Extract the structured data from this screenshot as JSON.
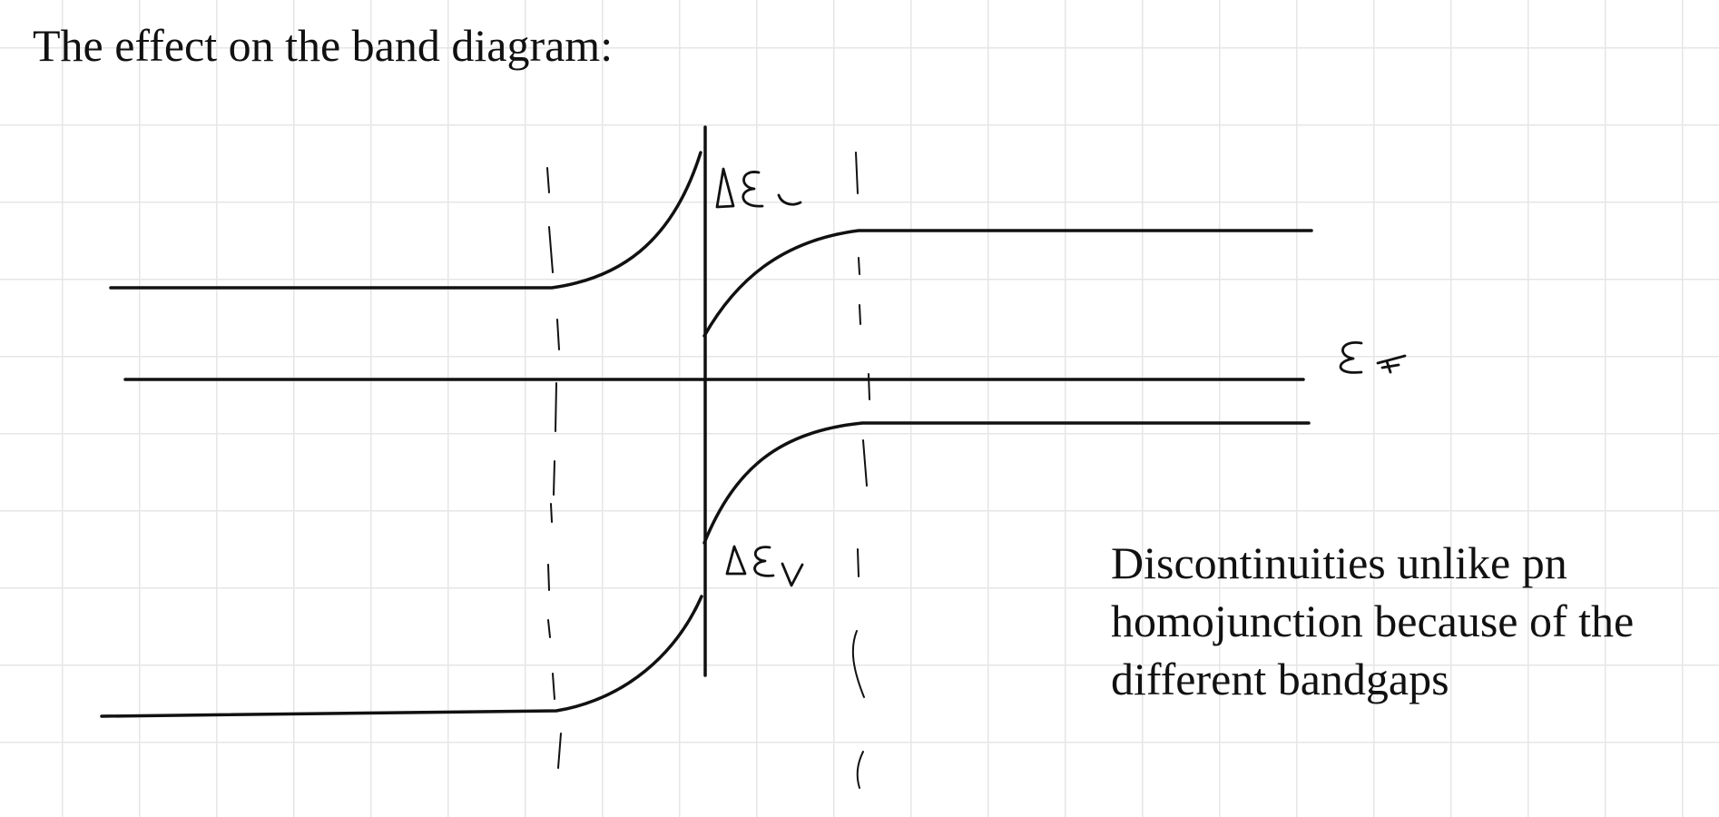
{
  "title": "The effect on the band diagram:",
  "note": {
    "lines": [
      "Discontinuities unlike pn",
      "homojunction because of the",
      "different bandgaps"
    ]
  },
  "labels": {
    "delta_ec": "ΔE_c",
    "delta_ev": "ΔE_v",
    "fermi": "E_F"
  },
  "colors": {
    "ink": "#111111",
    "grid": "#e6e6e6",
    "background": "#ffffff"
  }
}
